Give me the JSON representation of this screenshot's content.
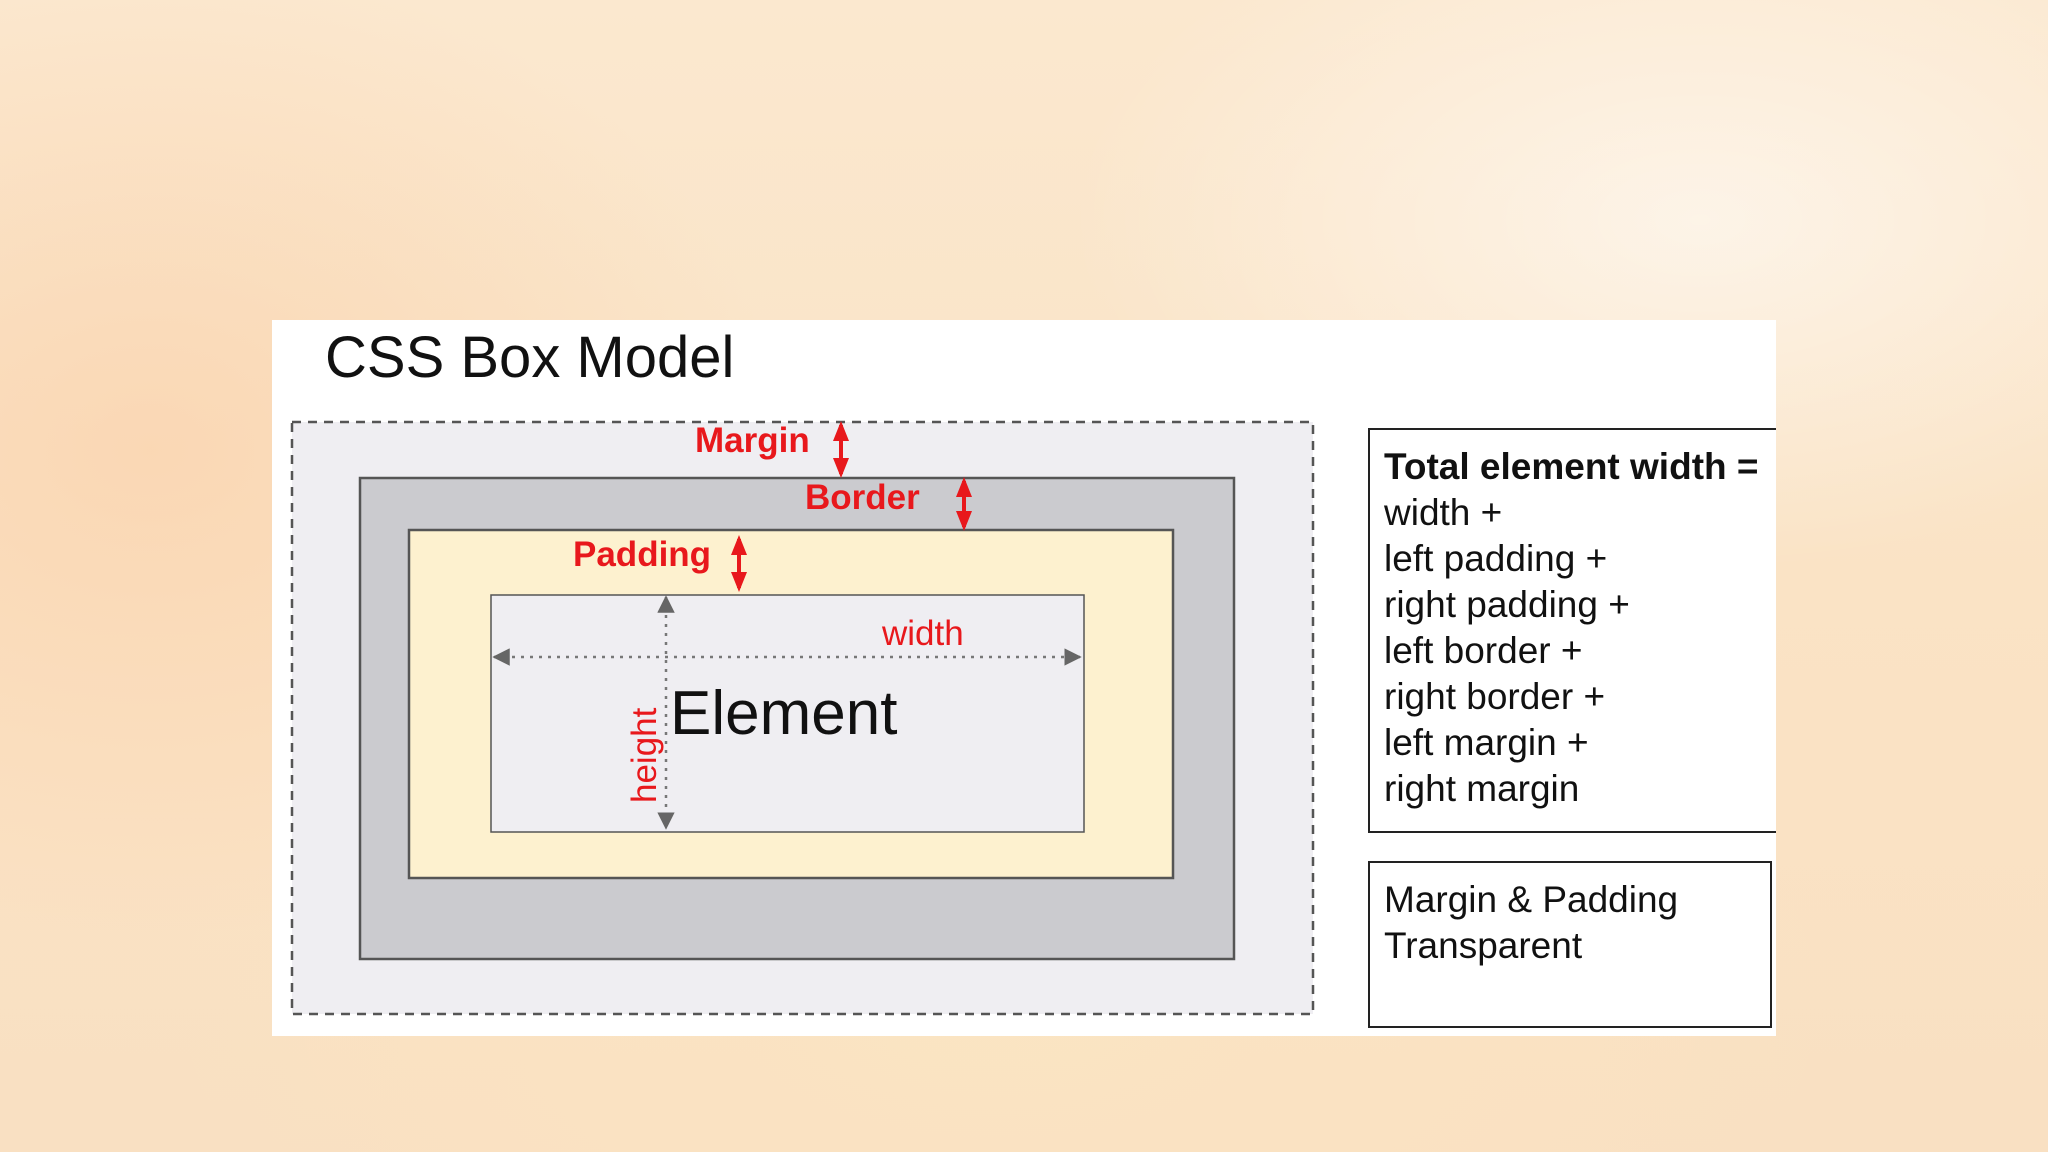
{
  "title": "CSS Box Model",
  "diagram": {
    "labels": {
      "margin": "Margin",
      "border": "Border",
      "padding": "Padding",
      "width": "width",
      "height": "height",
      "element": "Element"
    },
    "colors": {
      "margin_fill": "#efeef2",
      "border_fill": "#cbcbcf",
      "padding_fill": "#fdf1cf",
      "element_fill": "#efeef2",
      "label_red": "#e8181c",
      "dimension_arrow": "#777777"
    }
  },
  "formula_box": {
    "heading": "Total element width =",
    "lines": [
      "width +",
      "left padding +",
      "right padding +",
      "left border +",
      "right border +",
      "left margin +",
      "right margin"
    ]
  },
  "note_box": {
    "lines": [
      "Margin & Padding",
      "Transparent"
    ]
  }
}
